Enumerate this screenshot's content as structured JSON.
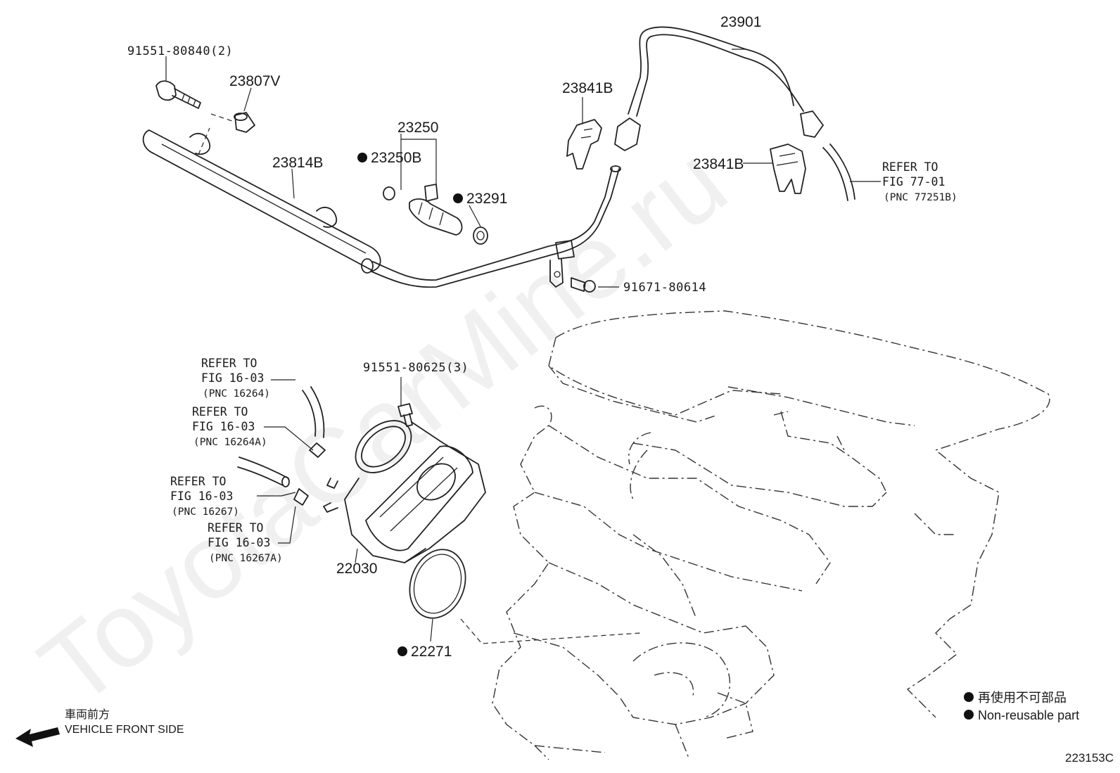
{
  "watermark": "ToyotaCarMine.ru",
  "callouts": [
    {
      "id": "c1",
      "text": "91551-80840(2)",
      "bullet": false
    },
    {
      "id": "c2",
      "text": "23807V",
      "bullet": false
    },
    {
      "id": "c3",
      "text": "23814B",
      "bullet": false
    },
    {
      "id": "c4",
      "text": "23250",
      "bullet": false
    },
    {
      "id": "c5",
      "text": "23250B",
      "bullet": true
    },
    {
      "id": "c6",
      "text": "23291",
      "bullet": true
    },
    {
      "id": "c7",
      "text": "23841B",
      "bullet": false
    },
    {
      "id": "c8",
      "text": "23901",
      "bullet": false
    },
    {
      "id": "c9",
      "text": "23841B",
      "bullet": false
    },
    {
      "id": "c10",
      "text": "91671-80614",
      "bullet": false
    },
    {
      "id": "c11",
      "text": "91551-80625(3)",
      "bullet": false
    },
    {
      "id": "c12",
      "text": "22030",
      "bullet": false
    },
    {
      "id": "c13",
      "text": "22271",
      "bullet": true
    }
  ],
  "refers": [
    {
      "id": "r1",
      "line1": "REFER TO",
      "line2": "FIG 77-01",
      "line3": "(PNC 77251B)"
    },
    {
      "id": "r2",
      "line1": "REFER TO",
      "line2": "FIG 16-03",
      "line3": "(PNC 16264)"
    },
    {
      "id": "r3",
      "line1": "REFER TO",
      "line2": "FIG 16-03",
      "line3": "(PNC 16264A)"
    },
    {
      "id": "r4",
      "line1": "REFER TO",
      "line2": "FIG 16-03",
      "line3": "(PNC 16267)"
    },
    {
      "id": "r5",
      "line1": "REFER TO",
      "line2": "FIG 16-03",
      "line3": "(PNC 16267A)"
    }
  ],
  "legend": {
    "jp": "再使用不可部品",
    "en": "Non-reusable part"
  },
  "direction": {
    "jp": "車両前方",
    "en": "VEHICLE FRONT SIDE"
  },
  "figure_id": "223153C"
}
